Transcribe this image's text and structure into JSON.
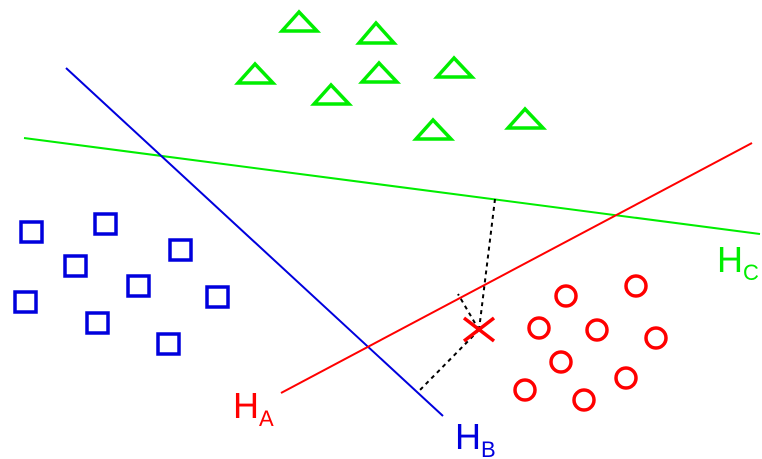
{
  "colors": {
    "a": "#ff0000",
    "b": "#0000dd",
    "c": "#00ee00",
    "guide": "#000000"
  },
  "shapes": {
    "class_a": "circle",
    "class_b": "square",
    "class_c": "triangle",
    "query_point": "cross"
  },
  "lines": {
    "a": {
      "main": "H",
      "sub": "A"
    },
    "b": {
      "main": "H",
      "sub": "B"
    },
    "c": {
      "main": "H",
      "sub": "C"
    }
  }
}
